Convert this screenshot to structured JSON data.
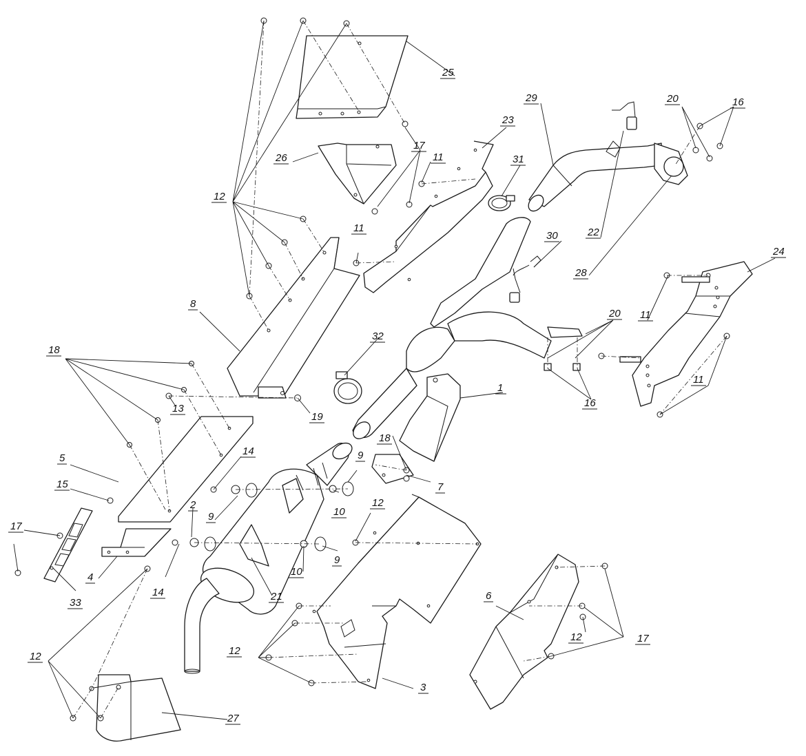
{
  "callouts": [
    {
      "id": "c1",
      "text": "1"
    },
    {
      "id": "c2",
      "text": "2"
    },
    {
      "id": "c3",
      "text": "3"
    },
    {
      "id": "c4",
      "text": "4"
    },
    {
      "id": "c5",
      "text": "5"
    },
    {
      "id": "c6",
      "text": "6"
    },
    {
      "id": "c7",
      "text": "7"
    },
    {
      "id": "c8",
      "text": "8"
    },
    {
      "id": "c9a",
      "text": "9"
    },
    {
      "id": "c9b",
      "text": "9"
    },
    {
      "id": "c9c",
      "text": "9"
    },
    {
      "id": "c10a",
      "text": "10"
    },
    {
      "id": "c10b",
      "text": "10"
    },
    {
      "id": "c11a",
      "text": "11"
    },
    {
      "id": "c11b",
      "text": "11"
    },
    {
      "id": "c11c",
      "text": "11"
    },
    {
      "id": "c11d",
      "text": "11"
    },
    {
      "id": "c12a",
      "text": "12"
    },
    {
      "id": "c12b",
      "text": "12"
    },
    {
      "id": "c12c",
      "text": "12"
    },
    {
      "id": "c12d",
      "text": "12"
    },
    {
      "id": "c12e",
      "text": "12"
    },
    {
      "id": "c13",
      "text": "13"
    },
    {
      "id": "c14a",
      "text": "14"
    },
    {
      "id": "c14b",
      "text": "14"
    },
    {
      "id": "c15",
      "text": "15"
    },
    {
      "id": "c16a",
      "text": "16"
    },
    {
      "id": "c16b",
      "text": "16"
    },
    {
      "id": "c17a",
      "text": "17"
    },
    {
      "id": "c17b",
      "text": "17"
    },
    {
      "id": "c17c",
      "text": "17"
    },
    {
      "id": "c18a",
      "text": "18"
    },
    {
      "id": "c18b",
      "text": "18"
    },
    {
      "id": "c19",
      "text": "19"
    },
    {
      "id": "c20a",
      "text": "20"
    },
    {
      "id": "c20b",
      "text": "20"
    },
    {
      "id": "c21",
      "text": "21"
    },
    {
      "id": "c22",
      "text": "22"
    },
    {
      "id": "c23",
      "text": "23"
    },
    {
      "id": "c24",
      "text": "24"
    },
    {
      "id": "c25",
      "text": "25"
    },
    {
      "id": "c26",
      "text": "26"
    },
    {
      "id": "c27",
      "text": "27"
    },
    {
      "id": "c28",
      "text": "28"
    },
    {
      "id": "c29",
      "text": "29"
    },
    {
      "id": "c30",
      "text": "30"
    },
    {
      "id": "c31",
      "text": "31"
    },
    {
      "id": "c32",
      "text": "32"
    },
    {
      "id": "c33",
      "text": "33"
    }
  ]
}
